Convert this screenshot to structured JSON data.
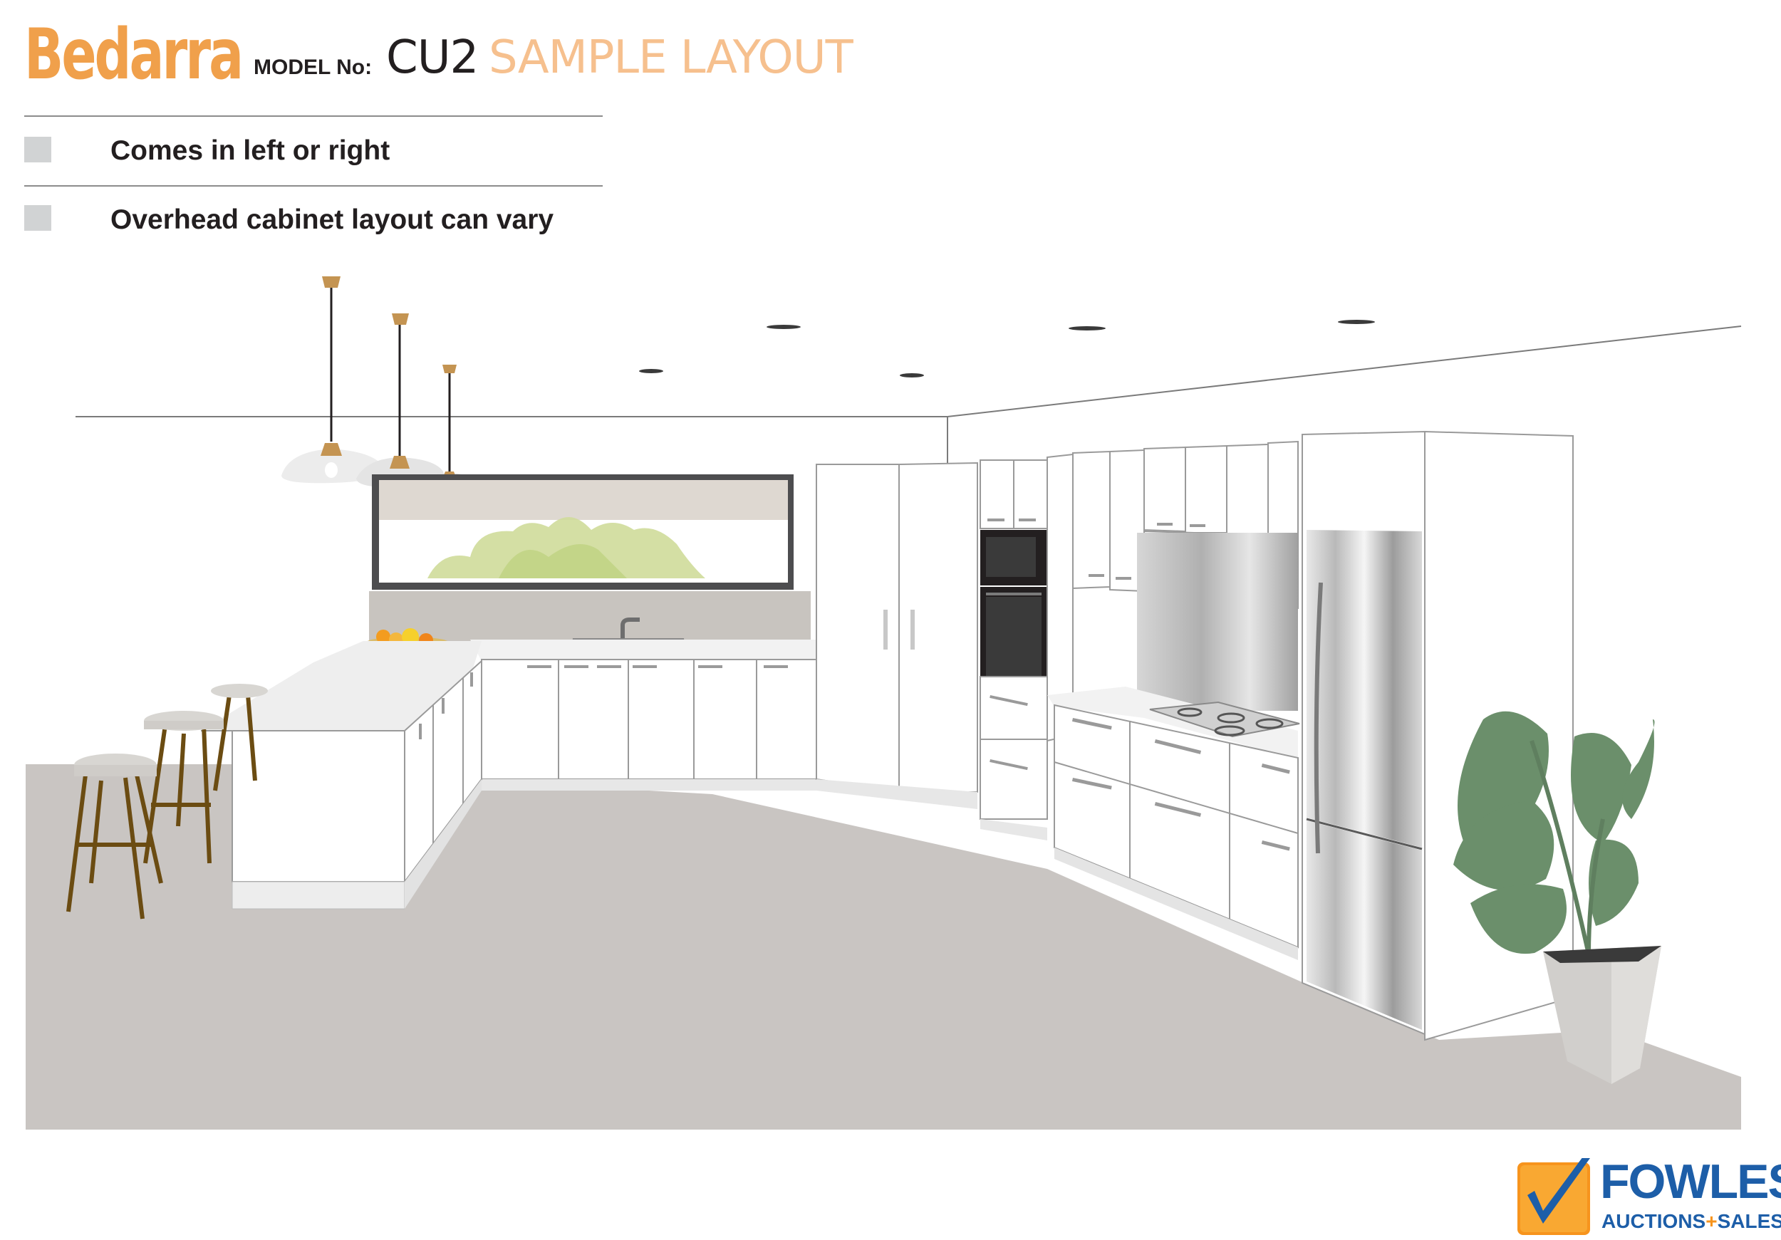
{
  "header": {
    "brand": "Bedarra",
    "model_label": "MODEL No:",
    "model_code": "CU2",
    "model_title": "SAMPLE LAYOUT"
  },
  "notes": [
    {
      "text": "Comes in left or right"
    },
    {
      "text": "Overhead cabinet layout can vary"
    }
  ],
  "logo": {
    "name": "FOWLES",
    "sub_left": "AUCTIONS",
    "sub_plus": "+",
    "sub_right": "SALES"
  },
  "colors": {
    "brand_orange": "#f0a04b",
    "title_peach": "#f6c08e",
    "floor": "#c9c5c2",
    "plant_green": "#6b8f6b",
    "stool_wood": "#6b4c12",
    "logo_blue": "#1d5ea8",
    "logo_orange": "#f7941d"
  },
  "illustration": {
    "subject": "kitchen-layout-render",
    "icons": [
      "pendant-light-icon",
      "window-icon",
      "sink-icon",
      "fruit-bowl-icon",
      "bar-stool-icon",
      "oven-icon",
      "microwave-icon",
      "cooktop-icon",
      "fridge-icon",
      "pot-plant-icon"
    ]
  }
}
